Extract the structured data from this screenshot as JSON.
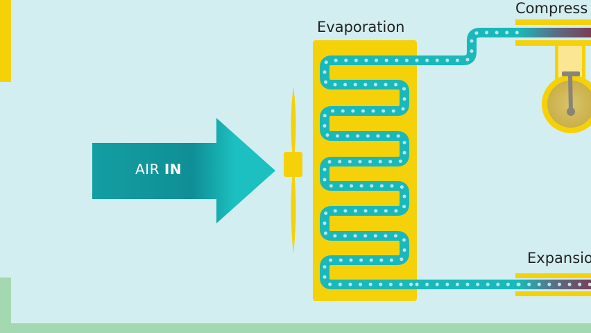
{
  "labels": {
    "evaporation": "Evaporation",
    "compressor": "Compress",
    "expansion": "Expansio"
  },
  "arrow": {
    "text_prefix": "AIR",
    "text_bold": "IN"
  },
  "colors": {
    "background": "#d3eef0",
    "coil_panel": "#f5d10a",
    "refrigerant_pipe": "#19b8bb",
    "pipe_dots": "#b6e6ea",
    "arrow_dark": "#0f8f95",
    "arrow_light": "#1cc0c0",
    "bottom_band": "#a4d8b0",
    "hot_section": "#7a3e55"
  },
  "icons": {
    "fan": "fan-blade-icon",
    "compressor": "piston-icon",
    "arrow": "air-arrow-icon"
  }
}
